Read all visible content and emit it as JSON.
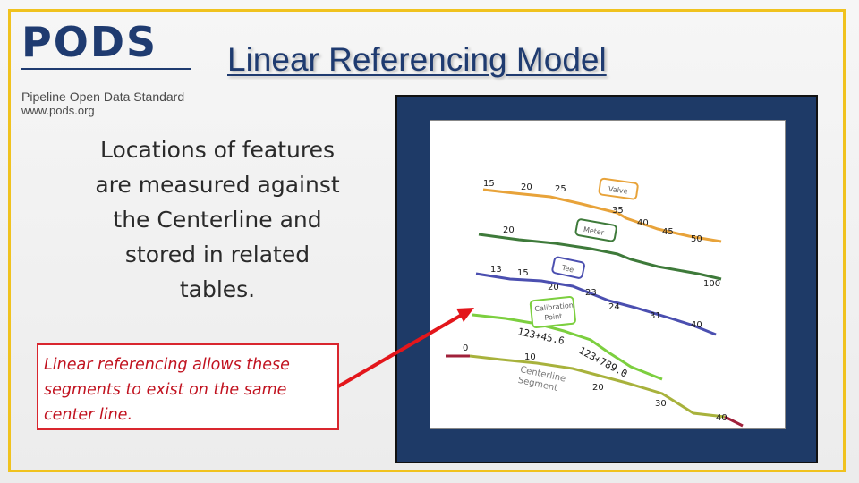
{
  "logo": {
    "wordmark": "PODS",
    "subtitle": "Pipeline Open Data Standard",
    "url": "www.pods.org"
  },
  "title": "Linear Referencing  Model",
  "main_text": [
    "Locations of features",
    "are measured against",
    "the Centerline and",
    "stored in related",
    "tables."
  ],
  "note": "Linear referencing allows these segments to exist on the same center line.",
  "diagram": {
    "tags": {
      "valve": "Valve",
      "meter": "Meter",
      "tee": "Tee",
      "calibration": [
        "Calibration",
        "Point"
      ]
    },
    "centerline_label": [
      "Centerline",
      "Segment"
    ],
    "labels": {
      "orange": [
        "15",
        "20",
        "25",
        "35",
        "40",
        "45",
        "50"
      ],
      "darkgreen": [
        "20"
      ],
      "blue": [
        "13",
        "15",
        "20",
        "23",
        "24",
        "31",
        "40",
        "100"
      ],
      "lightgreen": [
        "123+45.6",
        "123+789.0"
      ],
      "centerline": [
        "0",
        "10",
        "20",
        "30",
        "40"
      ]
    },
    "colors": {
      "orange": "#e8a33a",
      "darkgreen": "#3e7a3a",
      "blue": "#4b4fb0",
      "lightgreen": "#7ccf3f",
      "olive": "#a8b23c",
      "maroon": "#a0203a",
      "arrow": "#e3161b"
    }
  }
}
